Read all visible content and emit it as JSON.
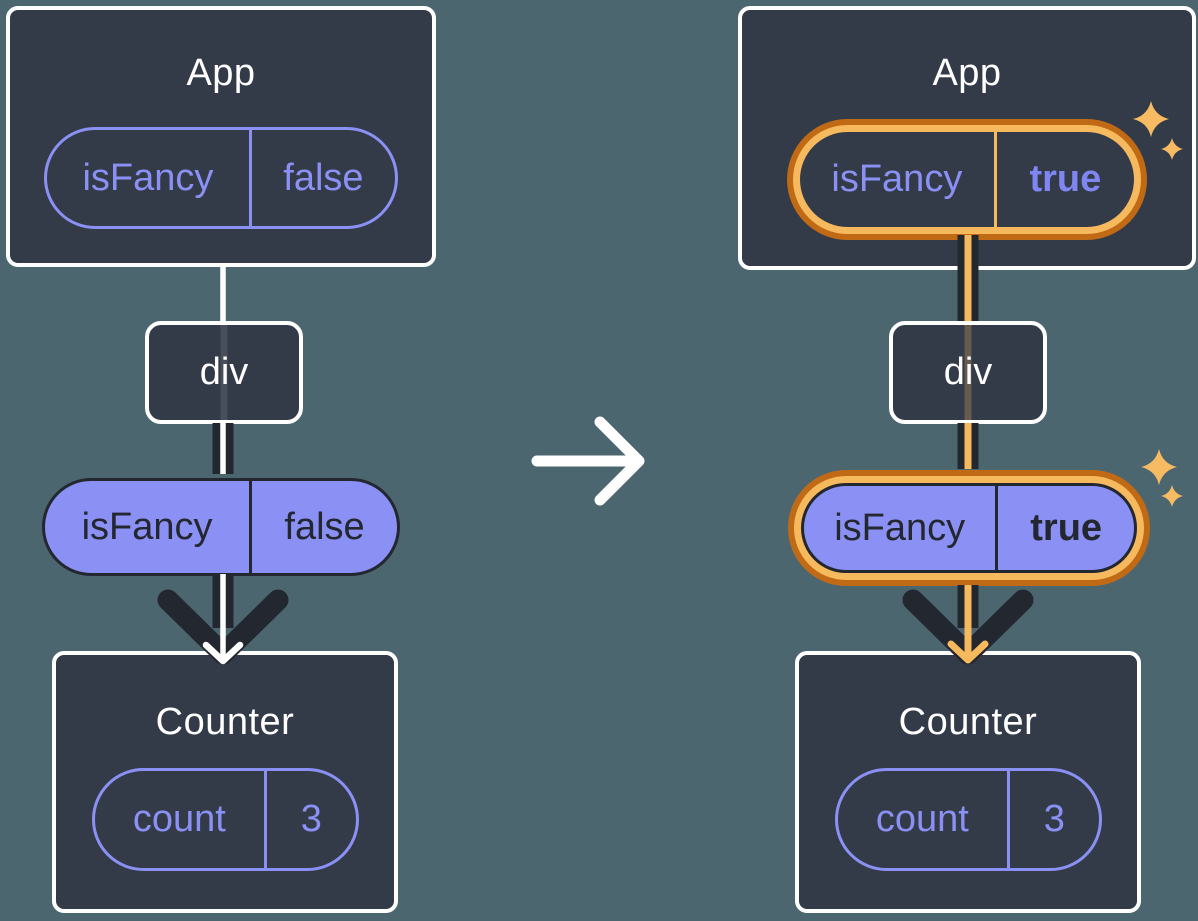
{
  "left": {
    "app_title": "App",
    "app_state_name": "isFancy",
    "app_state_value": "false",
    "div_label": "div",
    "prop_name": "isFancy",
    "prop_value": "false",
    "counter_title": "Counter",
    "counter_state_name": "count",
    "counter_state_value": "3"
  },
  "right": {
    "app_title": "App",
    "app_state_name": "isFancy",
    "app_state_value": "true",
    "div_label": "div",
    "prop_name": "isFancy",
    "prop_value": "true",
    "counter_title": "Counter",
    "counter_state_name": "count",
    "counter_state_value": "3"
  },
  "icons": {
    "transition": "arrow-right-icon",
    "highlight": "sparkle-icon"
  },
  "colors": {
    "background": "#4c6670",
    "box": "#343b48",
    "dark": "#23272f",
    "purple": "#8b90f4",
    "purple_bold": "#7f86f2",
    "orange_light": "#f7b95e",
    "orange_dark": "#c06a16",
    "sparkle": "#f7bc63",
    "white": "#ffffff"
  }
}
